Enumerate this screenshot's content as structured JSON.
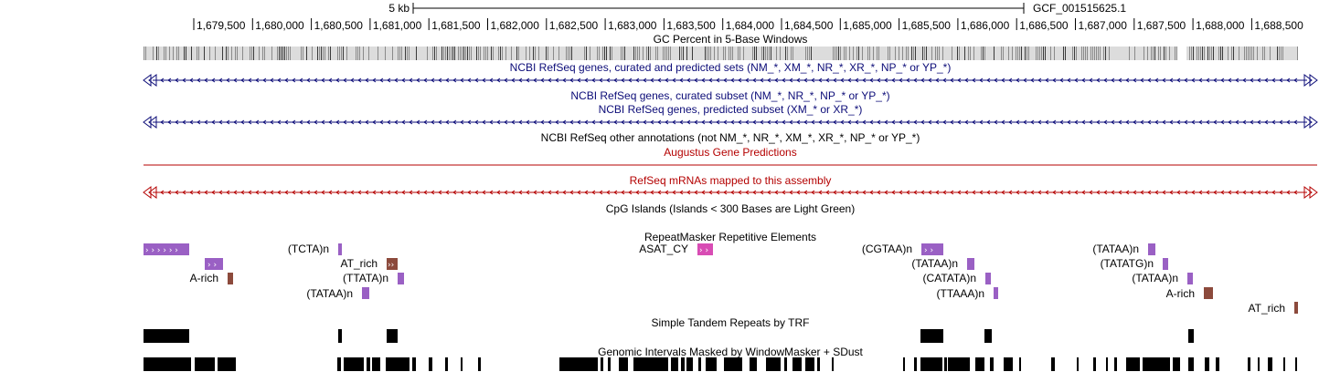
{
  "header": {
    "scale_label": "5 kb",
    "assembly": "GCF_001515625.1"
  },
  "ruler": {
    "ticks": [
      "1,679,500",
      "1,680,000",
      "1,680,500",
      "1,681,000",
      "1,681,500",
      "1,682,000",
      "1,682,500",
      "1,683,000",
      "1,683,500",
      "1,684,000",
      "1,684,500",
      "1,685,000",
      "1,685,500",
      "1,686,000",
      "1,686,500",
      "1,687,000",
      "1,687,500",
      "1,688,000",
      "1,688,500"
    ]
  },
  "tracks": {
    "gc_percent": "GC Percent in 5-Base Windows",
    "refseq_all": "NCBI RefSeq genes, curated and predicted sets (NM_*, XM_*, NR_*, XR_*, NP_* or YP_*)",
    "refseq_curated": "NCBI RefSeq genes, curated subset (NM_*, NR_*, NP_* or YP_*)",
    "refseq_predicted": "NCBI RefSeq genes, predicted subset (XM_* or XR_*)",
    "refseq_other": "NCBI RefSeq other annotations (not NM_*, NR_*, XM_*, XR_*, NP_* or YP_*)",
    "augustus": "Augustus Gene Predictions",
    "refseq_mrnas": "RefSeq mRNAs mapped to this assembly",
    "cpg_islands": "CpG Islands (Islands < 300 Bases are Light Green)",
    "repeatmasker": "RepeatMasker Repetitive Elements",
    "simple_repeats": "Simple Tandem Repeats by TRF",
    "windowmasker": "Genomic Intervals Masked by WindowMasker + SDust"
  },
  "repeats": [
    {
      "label": "(TCTA)n"
    },
    {
      "label": "AT_rich"
    },
    {
      "label": "A-rich"
    },
    {
      "label": "(TTATA)n"
    },
    {
      "label": "(TATAA)n"
    },
    {
      "label": "ASAT_CY"
    },
    {
      "label": "(CGTAA)n"
    },
    {
      "label": "(TATAA)n"
    },
    {
      "label": "(CATATA)n"
    },
    {
      "label": "(TTAAA)n"
    },
    {
      "label": "(TATAA)n"
    },
    {
      "label": "(TATATG)n"
    },
    {
      "label": "(TATAA)n"
    },
    {
      "label": "A-rich"
    },
    {
      "label": "AT_rich"
    }
  ],
  "colors": {
    "ruler": "#000000",
    "refseq_blue": "#0c0c78",
    "augustus_red": "#b40000",
    "repeat_purple": "#9a60c4",
    "repeat_magenta": "#d84cb4",
    "repeat_brown": "#8c4a3c",
    "gc_gray": "#9a9a9a",
    "masked_black": "#000000"
  }
}
